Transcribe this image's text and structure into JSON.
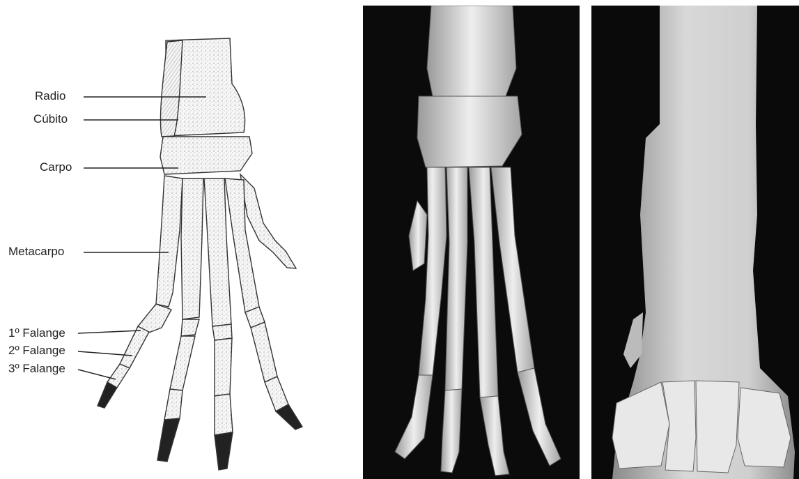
{
  "labels": {
    "radio": "Radio",
    "cubito": "Cúbito",
    "carpo": "Carpo",
    "metacarpo": "Metacarpo",
    "falange1": "1º Falange",
    "falange2": "2º Falange",
    "falange3": "3º Falange"
  },
  "colors": {
    "ink": "#222222",
    "bone_light": "#ededed",
    "bone_mid": "#bdbdbd",
    "dark_bg": "#0b0b0b"
  }
}
